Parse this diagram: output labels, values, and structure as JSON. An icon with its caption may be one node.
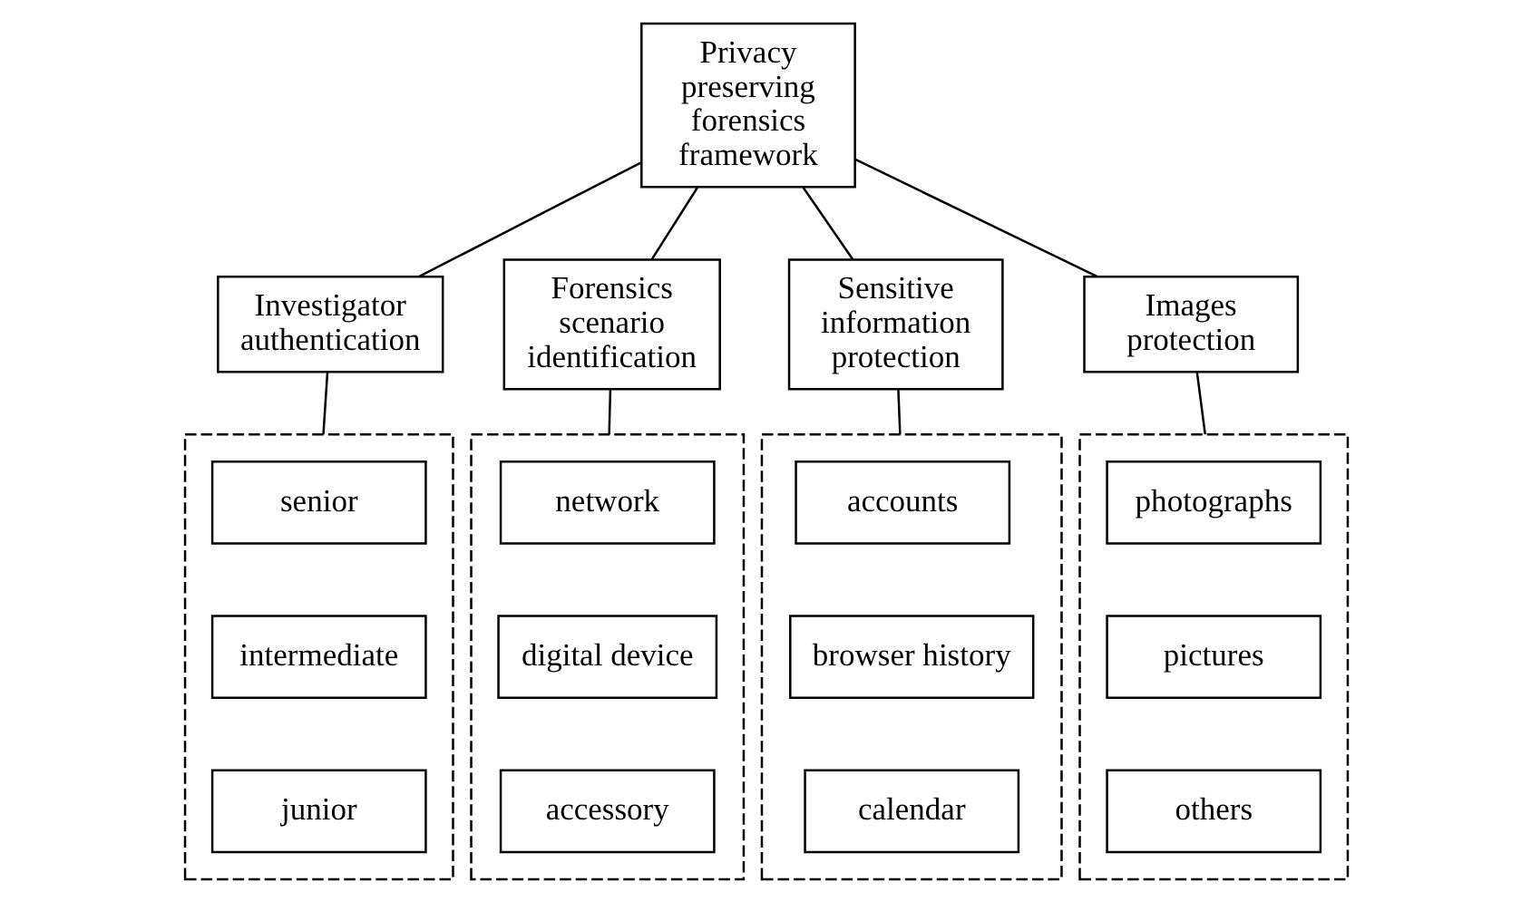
{
  "diagram": {
    "nodes": [
      {
        "text": [
          "Privacy preserving forensics framework"
        ]
      },
      {
        "text": [
          "Investigator authentication"
        ]
      },
      {
        "text": [
          "Forensics scenario identification"
        ]
      },
      {
        "text": [
          "Sensitive information protection"
        ]
      },
      {
        "text": [
          "Images protection"
        ]
      },
      {
        "text": [],
        "shape": "box"
      },
      {
        "text": [
          "senior"
        ],
        "in": 5
      },
      {
        "text": [
          "intermediate"
        ],
        "in": 5
      },
      {
        "text": [
          "junior"
        ],
        "in": 5
      },
      {
        "text": [],
        "shape": "box"
      },
      {
        "text": [
          "network"
        ],
        "in": 9
      },
      {
        "text": [
          "digital device"
        ],
        "in": 9
      },
      {
        "text": [
          "accessory"
        ],
        "in": 9
      },
      {
        "text": [],
        "shape": "box"
      },
      {
        "text": [
          "accounts"
        ],
        "in": 13
      },
      {
        "text": [
          "browser history"
        ],
        "in": 13
      },
      {
        "text": [
          "calendar"
        ],
        "in": 13
      },
      {
        "text": [],
        "shape": "box"
      },
      {
        "text": [
          "photographs"
        ],
        "in": 17
      },
      {
        "text": [
          "pictures"
        ],
        "in": 17
      },
      {
        "text": [
          "others"
        ],
        "in": 17
      }
    ],
    "edges": [
      {
        "from": 0,
        "to": 1,
        "arrow": "none"
      },
      {
        "from": 0,
        "to": 2,
        "arrow": "none"
      },
      {
        "from": 0,
        "to": 3,
        "arrow": "none"
      },
      {
        "from": 0,
        "to": 4,
        "arrow": "none"
      },
      {
        "from": 1,
        "to": 5,
        "arrow": "none"
      },
      {
        "from": 2,
        "to": 9,
        "arrow": "none"
      },
      {
        "from": 3,
        "to": 13,
        "arrow": "none"
      },
      {
        "from": 4,
        "to": 17,
        "arrow": "none"
      }
    ]
  }
}
